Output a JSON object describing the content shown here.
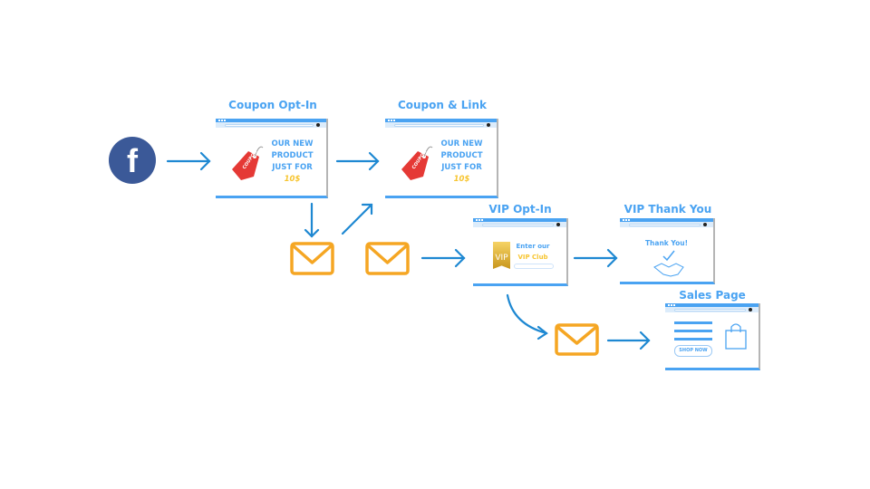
{
  "colors": {
    "accent": "#4aa3f2",
    "arrow": "#1e88d2",
    "envelope": "#f5a623",
    "facebook": "#3b5998",
    "coupon": "#e53935",
    "gold": "#d4a017"
  },
  "source": {
    "icon": "facebook-icon",
    "letter": "f"
  },
  "steps": [
    {
      "title": "Coupon Opt-In",
      "lines": [
        "OUR NEW",
        "PRODUCT",
        "JUST FOR"
      ],
      "price": "10$",
      "tag": "COUPON"
    },
    {
      "title": "Coupon & Link",
      "lines": [
        "OUR NEW",
        "PRODUCT",
        "JUST FOR"
      ],
      "price": "10$",
      "tag": "COUPON"
    },
    {
      "title": "VIP Opt-In",
      "line1": "Enter our",
      "line2": "VIP Club",
      "badge": "VIP"
    },
    {
      "title": "VIP Thank You",
      "text": "Thank You!"
    },
    {
      "title": "Sales Page",
      "button": "SHOP NOW"
    }
  ]
}
